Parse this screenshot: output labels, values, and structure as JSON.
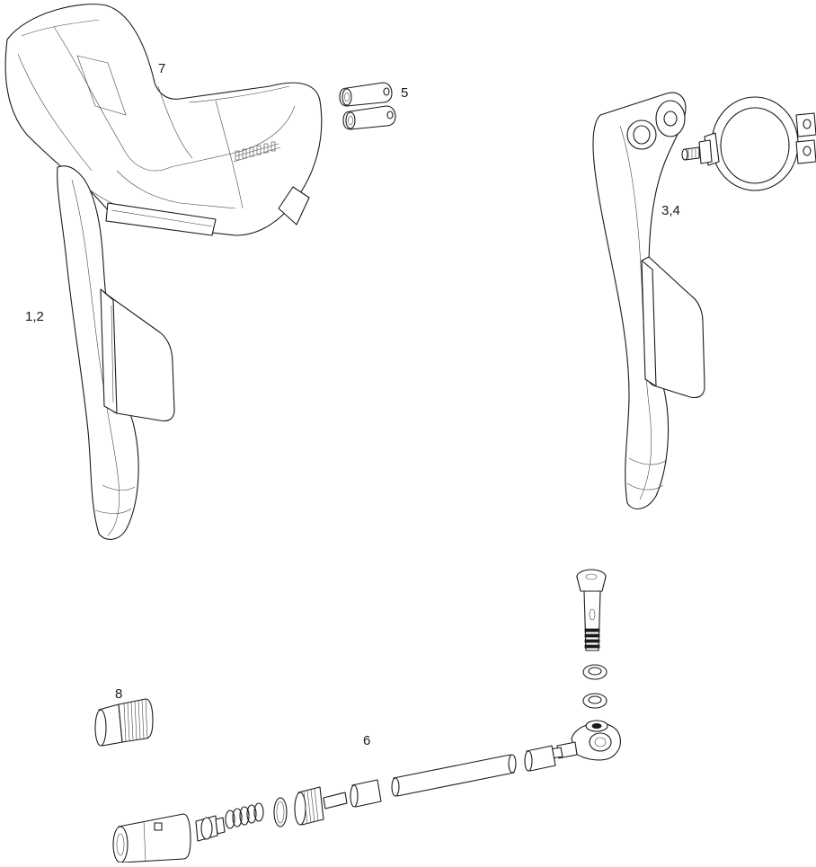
{
  "callouts": {
    "c12": "1,2",
    "c7": "7",
    "c5": "5",
    "c34": "3,4",
    "c8": "8",
    "c6": "6"
  }
}
